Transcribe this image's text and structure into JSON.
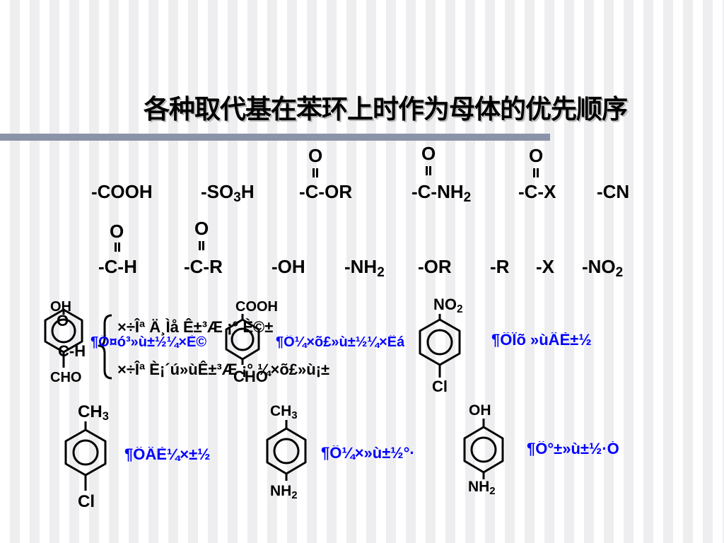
{
  "slide": {
    "title": "各种取代基在苯环上时作为母体的优先顺序",
    "oxygen": "O"
  },
  "priority_row1": {
    "cooh": "-COOH",
    "so3h_prefix": "-SO",
    "so3h_sub": "3",
    "so3h_suffix": "H",
    "ester": "-C-OR",
    "amide_prefix": "-C-NH",
    "amide_sub": "2",
    "acyl_halide": "-C-X",
    "cn": "-CN"
  },
  "priority_row2": {
    "aldehyde": "-C-H",
    "ketone": "-C-R",
    "oh": "-OH",
    "nh2_prefix": "-NH",
    "nh2_sub": "2",
    "or": "-OR",
    "r": "-R",
    "x": "-X",
    "no2_prefix": "-NO",
    "no2_sub": "2"
  },
  "examples": {
    "ex1": {
      "top": "OH",
      "o": "O",
      "mid": "C-H",
      "bottom": "CHO",
      "caption": "¶Ô¤ó³»ù±½¼×È©"
    },
    "brace_line1": "×÷Îª  Ä¸Ìå Ê±³Æ ¡° È©±",
    "brace_line2": "×÷Îª  È¡´ú»ùÊ±³Æ ¡° ¼×õ£»ù¡±",
    "ex2": {
      "top": "COOH",
      "bottom": "CHO",
      "caption": "¶Ô¼×õ£»ù±½¼×Ëá"
    },
    "ex3": {
      "top_prefix": "NO",
      "top_sub": "2",
      "bottom": "Cl",
      "caption": "¶ÔÏõ »ùÂÈ±½"
    },
    "ex4": {
      "top_prefix": "CH",
      "top_sub": "3",
      "bottom": "Cl",
      "caption": "¶ÔÂÈ¼×±½"
    },
    "ex5": {
      "top_prefix": "CH",
      "top_sub": "3",
      "bottom_prefix": "NH",
      "bottom_sub": "2",
      "caption": "¶Ô¼×»ù±½°·"
    },
    "ex6": {
      "top": "OH",
      "bottom_prefix": "NH",
      "bottom_sub": "2",
      "caption": "¶Ô°±»ù±½·Ó"
    }
  }
}
